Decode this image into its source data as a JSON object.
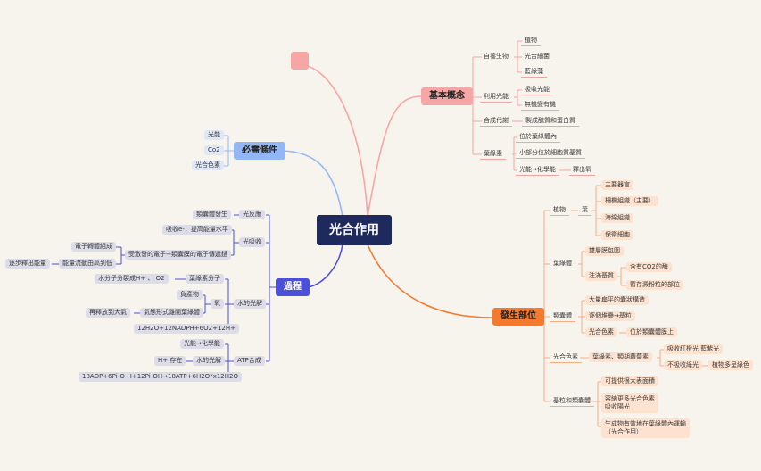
{
  "root": "光合作用",
  "branches": {
    "basic": {
      "title": "基本概念",
      "autotroph": "自養生物",
      "plant": "植物",
      "photobacteria": "光合細菌",
      "cyanobacteria": "藍綠藻",
      "use_light": "利用光能",
      "absorb_light": "吸收光能",
      "inorganic_to_organic": "無機變有機",
      "anabolism": "合成代謝",
      "make_sugar": "製成醣質和蛋白質",
      "chloroplast": "葉綠素",
      "in_chloroplast": "位於葉綠體內",
      "in_cytoplasm": "小部分位於細胞質基質",
      "light_to_chem": "光能→化學能",
      "release_o2": "釋出氧"
    },
    "conditions": {
      "title": "必需條件",
      "light": "光能",
      "co2": "Co2",
      "pigment": "光合色素"
    },
    "process": {
      "title": "過程",
      "light_reaction": "光反應",
      "thylakoid": "類囊體發生",
      "light_absorb": "光吸收",
      "absorb_e": "吸收e-，提高能量水平",
      "excited_e": "受激發的電子→類囊膜的電子傳遞鏈",
      "etc": "電子轉體組成",
      "energy_flow": "能量流動由高到低",
      "gradual_release": "逐步釋出能量",
      "water_split": "水的光解",
      "chlorophyll_molecule": "葉綠素分子",
      "split_water": "水分子分裂成H+ 、 O2",
      "oxygen": "氧",
      "byproduct": "負產物",
      "gas_leave": "氣態形式離開葉綠體",
      "release_air": "再釋放到大氣",
      "equation1": "12H2O+12NADPH+6O2+12H+",
      "atp": "ATP合成",
      "light_chem": "光能→化學能",
      "water_photolysis": "水的光解",
      "h_exist": "H+ 存在",
      "equation2": "18ADP+6Pi-O-H+12Pi-OH→18ATP+6H2O*x12H2O"
    },
    "site": {
      "title": "發生部位",
      "plant": "植物",
      "leaf": "葉",
      "main_organ": "主要器官",
      "palisade": "柵欄組織（主要）",
      "sponge": "海綿組織",
      "guard": "保衛細胞",
      "chloroplast": "葉綠體",
      "double_membrane": "雙層膜包圍",
      "stroma": "注滿基質",
      "contains_co2": "含有CO2的酶",
      "starch": "暫存澱粉粒的部位",
      "thylakoid": "類囊體",
      "flat_sacs": "大量扁平的囊狀構造",
      "stacked": "逐個堆疊→基粒",
      "pigment": "光合色素",
      "on_membrane": "位於類囊體膜上",
      "pigment2": "光合色素",
      "chl_carotene": "葉綠素、類胡蘿蔔素",
      "absorb_red_blue": "吸收紅橙光 藍紫光",
      "no_green": "不吸收綠光",
      "plant_green": "植物多呈綠色",
      "grana": "基粒和類囊體",
      "large_area": "可提供很大表面積",
      "hold_pigments": "容納更多光合色素\n吸收陽光",
      "products_move": "生成物有效地在葉綠體內運輸\n（光合作用）"
    }
  },
  "colors": {
    "pink": "#f7a6a6",
    "blue": "#93b7f6",
    "indigo": "#4c4fd8",
    "orange": "#f47a30",
    "root": "#1e2a5e",
    "background": "#f7f4ed"
  }
}
